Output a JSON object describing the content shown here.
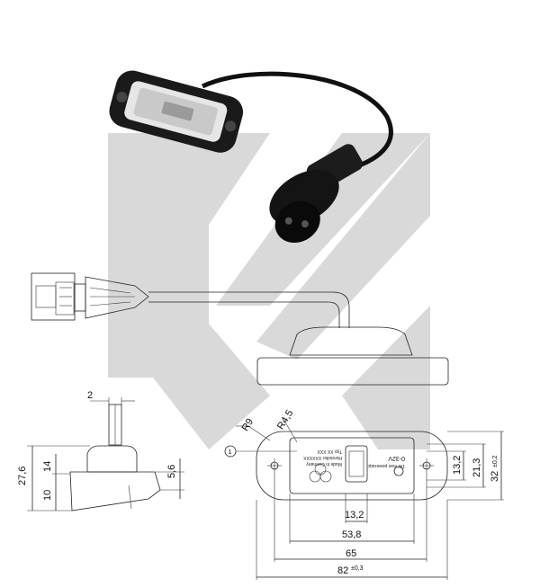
{
  "watermark": {
    "color": "#d9d9d9"
  },
  "photo": {
    "housing_color": "#1a1a1a",
    "lens_color": "#e6e6e6"
  },
  "dimensions": {
    "d_2": "2",
    "r9": "R9",
    "r45": "R4,5",
    "d_27_6": "27,6",
    "d_14": "14",
    "d_10": "10",
    "d_5_6": "5,6",
    "d_13_2_h": "13,2",
    "d_53_8": "53,8",
    "d_65": "65",
    "d_82": "82",
    "d_82_tol": "±0,3",
    "d_13_2_v": "13,2",
    "d_21_3": "21,3",
    "d_32": "32",
    "d_32_tol": "±0,2"
  },
  "callout": {
    "number": "1"
  },
  "label_lines": [
    "Made in Germany",
    "Hersteller  XXXXXX",
    "Typ  XX XXX",
    "0-32V",
    "1W max poweraqc"
  ]
}
